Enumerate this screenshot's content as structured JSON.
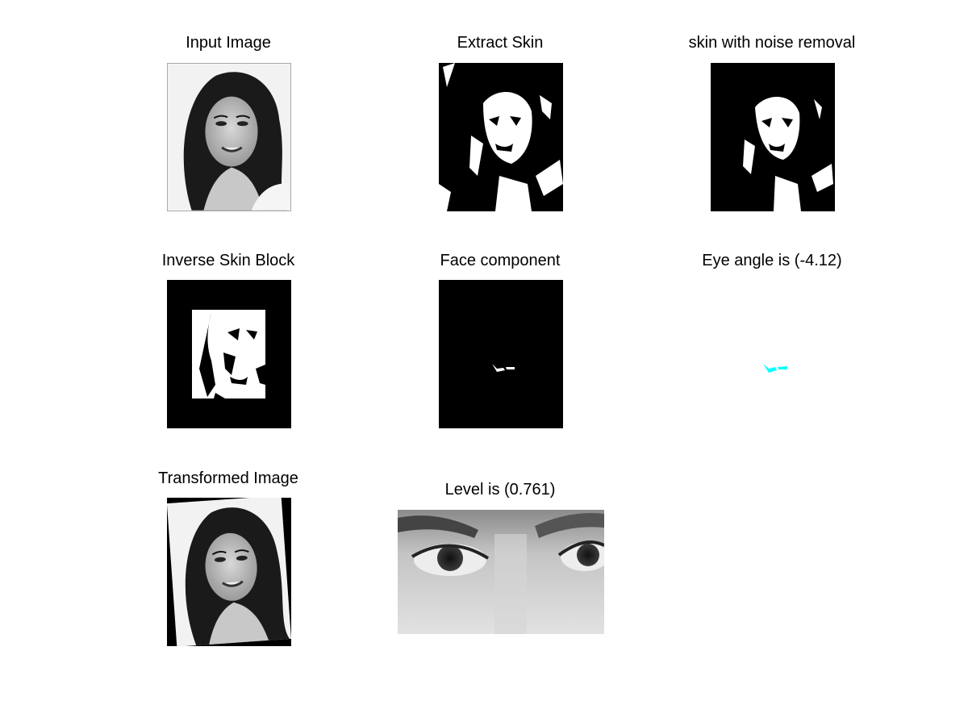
{
  "panels": [
    {
      "title": "Input Image"
    },
    {
      "title": "Extract Skin"
    },
    {
      "title": "skin with noise removal"
    },
    {
      "title": "Inverse Skin Block"
    },
    {
      "title": "Face component"
    },
    {
      "title": "Eye angle is (-4.12)"
    },
    {
      "title": "Transformed Image"
    },
    {
      "title": "Level is (0.761)"
    }
  ],
  "colors": {
    "background": "#ffffff",
    "mask_black": "#000000",
    "mask_white": "#ffffff",
    "eye_marker": "#00ffff"
  }
}
